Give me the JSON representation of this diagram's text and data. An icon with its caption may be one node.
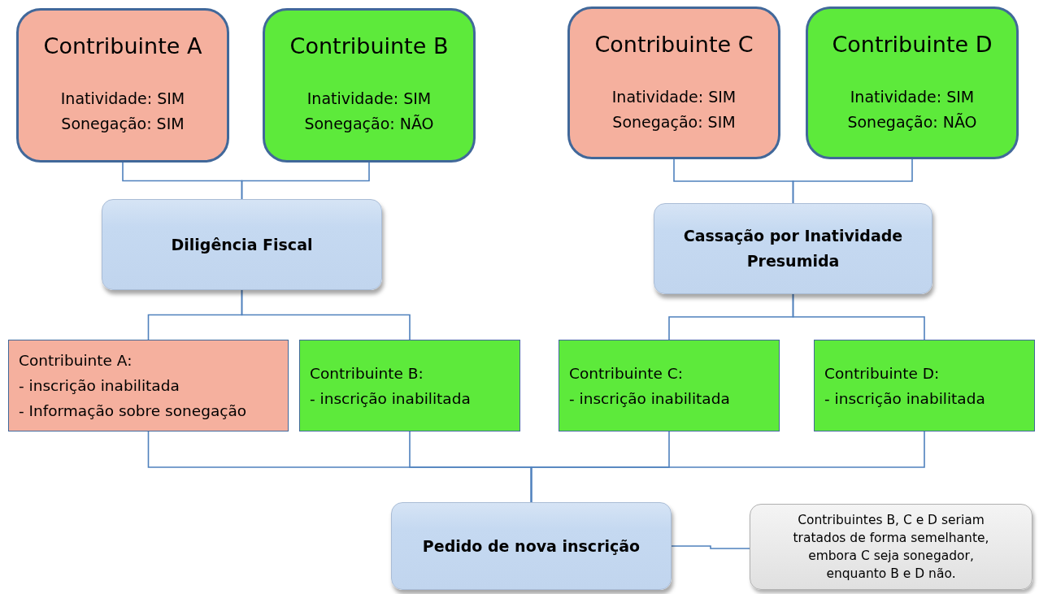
{
  "diagram": {
    "nodes": [
      {
        "text": [
          "Contribuinte A",
          "Inatividade: SIM Sonegação: SIM"
        ]
      },
      {
        "text": [
          "Contribuinte B",
          "Inatividade: SIM Sonegação: NÃO"
        ]
      },
      {
        "text": [
          "Contribuinte C",
          "Inatividade: SIM Sonegação: SIM"
        ]
      },
      {
        "text": [
          "Contribuinte D",
          "Inatividade: SIM Sonegação: NÃO"
        ]
      },
      {
        "text": [
          "Diligência Fiscal"
        ]
      },
      {
        "text": [
          "Cassação por Inatividade Presumida"
        ]
      },
      {
        "text": [
          "Contribuinte A:",
          "- inscrição inabilitada",
          "- Informação sobre sonegação"
        ]
      },
      {
        "text": [
          "Contribuinte B:",
          "- inscrição inabilitada"
        ]
      },
      {
        "text": [
          "Contribuinte C:",
          "- inscrição inabilitada"
        ]
      },
      {
        "text": [
          "Contribuinte D:",
          "- inscrição inabilitada"
        ]
      },
      {
        "text": [
          "Pedido de nova inscrição"
        ]
      },
      {
        "text": [
          "Contribuintes B, C e D seriam tratados de forma semelhante, embora C seja sonegador, enquanto B e D não."
        ]
      }
    ],
    "edges": [
      {
        "from": 0,
        "to": 4,
        "arrow": "none"
      },
      {
        "from": 1,
        "to": 4,
        "arrow": "none"
      },
      {
        "from": 2,
        "to": 5,
        "arrow": "none"
      },
      {
        "from": 3,
        "to": 5,
        "arrow": "none"
      },
      {
        "from": 4,
        "to": 6,
        "arrow": "none"
      },
      {
        "from": 4,
        "to": 7,
        "arrow": "none"
      },
      {
        "from": 5,
        "to": 8,
        "arrow": "none"
      },
      {
        "from": 5,
        "to": 9,
        "arrow": "none"
      },
      {
        "from": 6,
        "to": 10,
        "arrow": "none"
      },
      {
        "from": 7,
        "to": 10,
        "arrow": "none"
      },
      {
        "from": 8,
        "to": 10,
        "arrow": "none"
      },
      {
        "from": 9,
        "to": 10,
        "arrow": "none"
      },
      {
        "from": 10,
        "to": 11,
        "arrow": "none"
      }
    ]
  }
}
